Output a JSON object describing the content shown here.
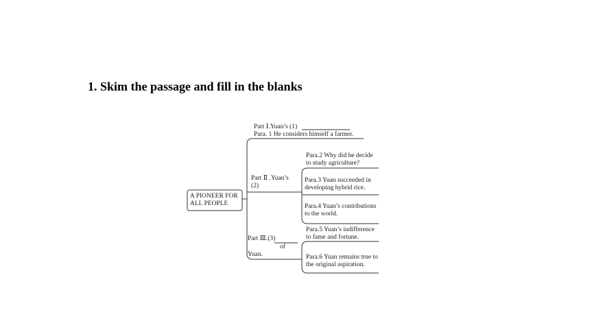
{
  "heading": "1. Skim the passage and fill in the blanks",
  "root": {
    "line1": "A PIONEER FOR",
    "line2": "ALL PEOPLE"
  },
  "part1": {
    "title": "Part Ⅰ.Yuan’s (1)",
    "para1": "Para. 1 He considers himself a farmer."
  },
  "part2": {
    "line1": "Part Ⅱ .Yuan’s",
    "line2": "(2)",
    "para2": {
      "line1": "Para.2 Why did he decide",
      "line2": "to study agriculture?"
    },
    "para3": {
      "line1": "Para.3 Yuan succeeded in",
      "line2": "developing hybrid rice."
    },
    "para4": {
      "line1": "Para.4 Yuan’s contributions",
      "line2": "to the world."
    }
  },
  "part3": {
    "line1": "Part Ⅲ.(3)",
    "of": "of",
    "line2": "Yuan.",
    "para5": {
      "line1": "Para.5 Yuan’s indifference",
      "line2": "to fame and fortune."
    },
    "para6": {
      "line1": "Para.6 Yuan remains true to",
      "line2": "the original aspiration."
    }
  }
}
